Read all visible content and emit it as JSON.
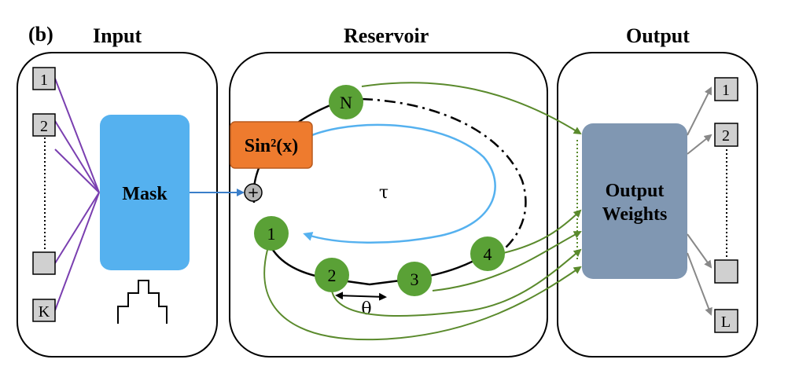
{
  "panel_label": "(b)",
  "headers": {
    "input": "Input",
    "reservoir": "Reservoir",
    "output": "Output"
  },
  "input": {
    "items": [
      {
        "label": "1"
      },
      {
        "label": "2"
      },
      {
        "label": ""
      },
      {
        "label": "K"
      }
    ],
    "mask_label": "Mask"
  },
  "reservoir": {
    "nonlinearity_label": "Sin²(x)",
    "sum_symbol": "+",
    "delay_label": "τ",
    "node_spacing_label": "θ",
    "nodes": [
      {
        "label": "N"
      },
      {
        "label": "1"
      },
      {
        "label": "2"
      },
      {
        "label": "3"
      },
      {
        "label": "4"
      }
    ]
  },
  "output": {
    "weights_label_line1": "Output",
    "weights_label_line2": "Weights",
    "items": [
      {
        "label": "1"
      },
      {
        "label": "2"
      },
      {
        "label": ""
      },
      {
        "label": "L"
      }
    ]
  },
  "colors": {
    "mask": "#55b1ef",
    "nonlinearity": "#ee7b2e",
    "node": "#5aa136",
    "weights": "#8097b2",
    "input_lines": "#7a3fb0",
    "feedback_loop": "#55b1ef",
    "readout_lines": "#5a8a2c",
    "output_lines": "#888888"
  }
}
